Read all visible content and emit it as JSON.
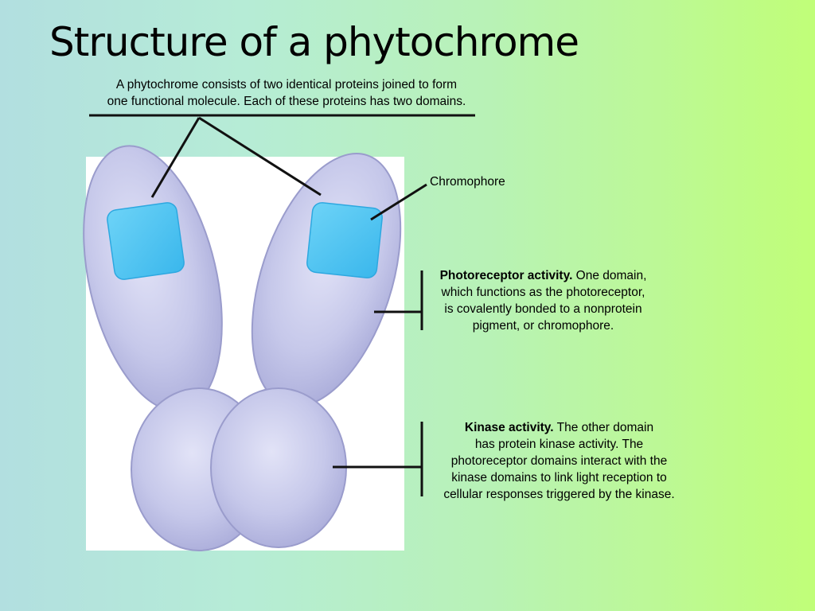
{
  "slide": {
    "title": "Structure of a phytochrome",
    "intro": {
      "line1": "A phytochrome consists of two identical proteins joined to form",
      "line2": "one functional molecule. Each of these proteins has two domains."
    },
    "chromophore_label": "Chromophore",
    "photoreceptor": {
      "heading": "Photoreceptor activity.",
      "line1_rest": " One domain,",
      "line2": "which functions as the photoreceptor,",
      "line3": "is covalently bonded to a nonprotein",
      "line4": "pigment, or chromophore."
    },
    "kinase": {
      "heading": "Kinase activity.",
      "line1_rest": " The other domain",
      "line2": "has protein kinase activity. The",
      "line3": "photoreceptor domains interact with the",
      "line4": "kinase domains to link light reception to",
      "line5": "cellular responses triggered by the kinase."
    },
    "colors": {
      "protein_fill": "#c0c2e8",
      "protein_stroke": "#9a9ccc",
      "chromophore_fill": "#4fc3f0",
      "chromophore_stroke": "#2da8e0"
    }
  }
}
